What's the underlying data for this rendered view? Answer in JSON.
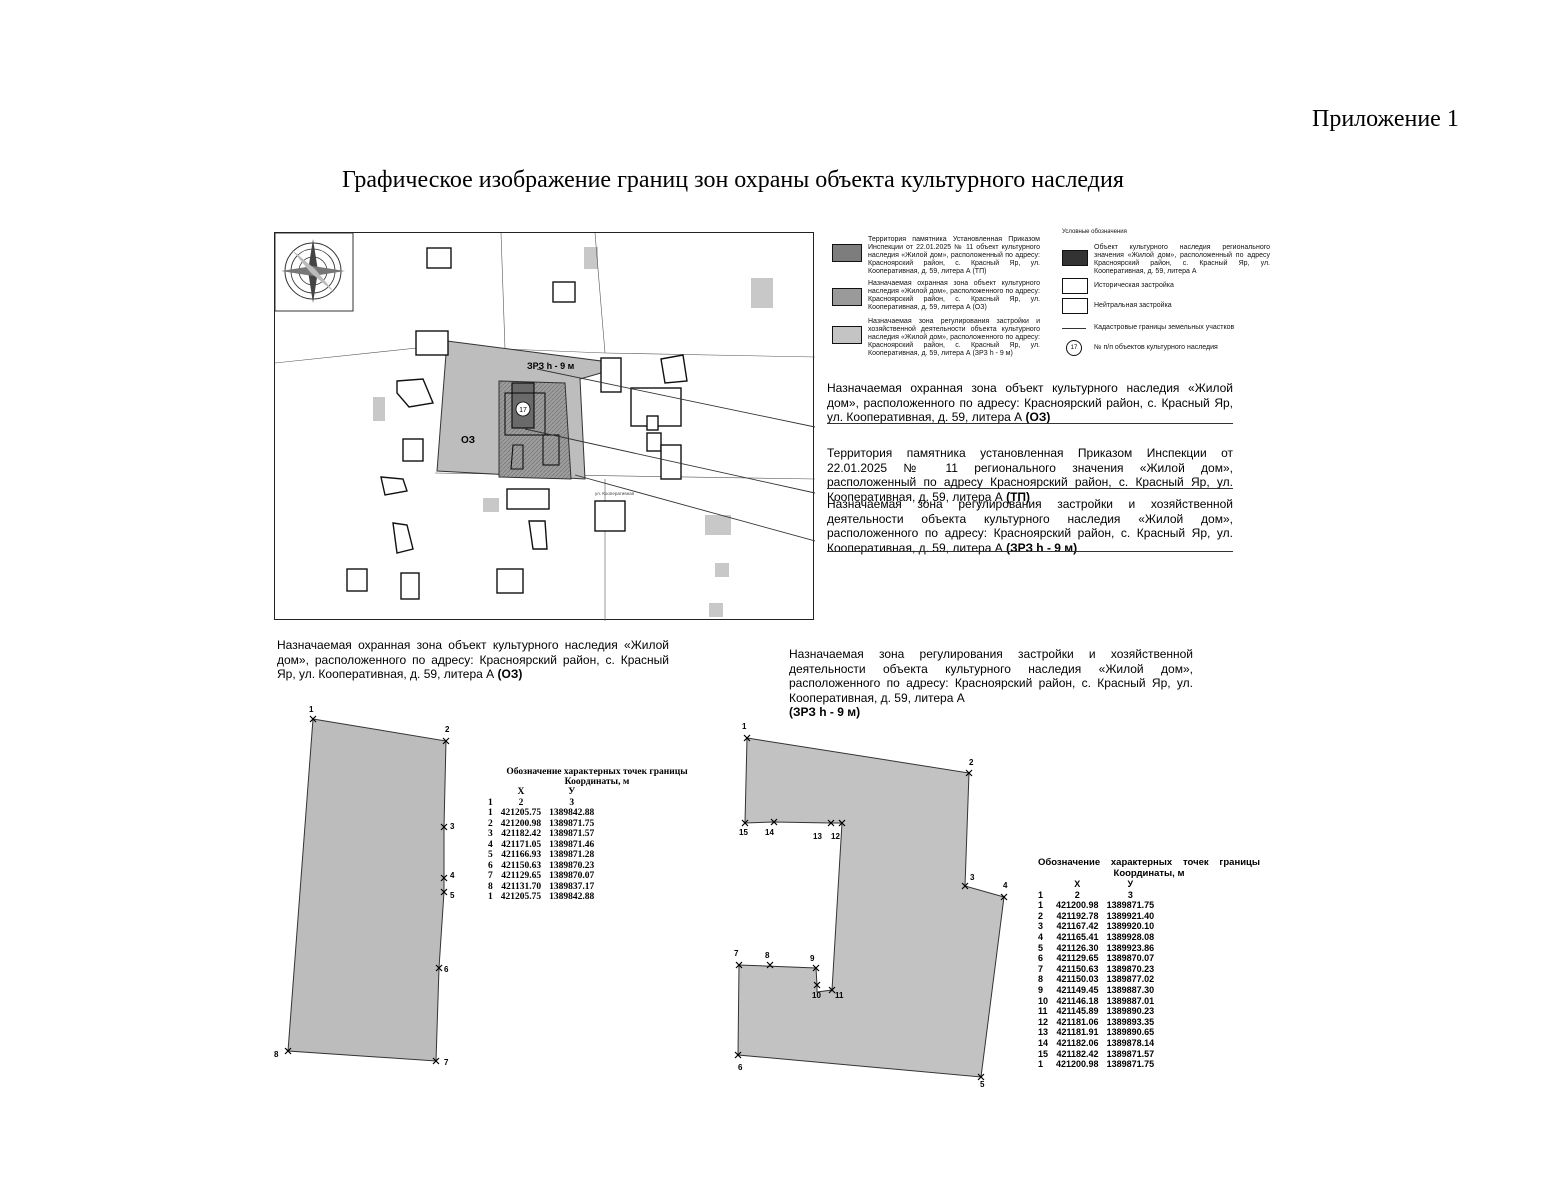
{
  "appendix_label": "Приложение 1",
  "title": "Графическое изображение границ зон охраны объекта культурного наследия",
  "map": {
    "legend_left": [
      {
        "text": "Территория памятника Установленная Приказом Инспекции от 22.01.2025 № 11 объект культурного наследия «Жилой дом», расположенный по адресу: Красноярский район, с. Красный Яр, ул. Кооперативная, д. 59, литера А (ТП)",
        "color": "#7d7d7d"
      },
      {
        "text": "Назначаемая охранная зона объект культурного наследия «Жилой дом», расположенного по адресу: Красноярский район, с. Красный Яр, ул. Кооперативная, д. 59, литера А (ОЗ)",
        "color": "#9a9a9a"
      },
      {
        "text": "Назначаемая зона регулирования застройки и хозяйственной деятельности объекта культурного наследия «Жилой дом», расположенного по адресу: Красноярский район, с. Красный Яр, ул. Кооперативная, д. 59, литера А (ЗРЗ h - 9 м)",
        "color": "#c4c4c4"
      }
    ],
    "legend_right_title": "Условные обозначения",
    "legend_right": [
      "Объект культурного наследия регионального значения «Жилой дом», расположенный по адресу Красноярский район, с. Красный Яр, ул. Кооперативная, д. 59, литера А",
      "Историческая застройка",
      "Нейтральная застройка",
      "Кадастровые границы земельных участков",
      "№ п/п объектов культурного наследия"
    ],
    "object_number": "17",
    "label_oz": "ОЗ",
    "label_zrz": "ЗРЗ h - 9 м",
    "street_label": "ул. Кооперативная"
  },
  "callouts": [
    {
      "text": "Назначаемая охранная зона объект культурного наследия «Жилой дом», расположенного по адресу: Красноярский район, с. Красный Яр, ул. Кооперативная, д. 59, литера А",
      "tag": "(ОЗ)"
    },
    {
      "text": "Территория памятника установленная Приказом Инспекции от 22.01.2025 № 11 регионального значения «Жилой дом», расположенный по адресу Красноярский район, с. Красный Яр, ул. Кооперативная, д. 59, литера А",
      "tag": "(ТП)"
    },
    {
      "text": "Назначаемая зона регулирования застройки и хозяйственной деятельности объекта культурного наследия «Жилой дом», расположенного по адресу: Красноярский район, с. Красный Яр, ул. Кооперативная, д. 59, литера А",
      "tag": "(ЗРЗ h - 9 м)"
    }
  ],
  "oz_block": {
    "caption": "Назначаемая охранная зона объект культурного наследия «Жилой дом», расположенного по адресу: Красноярский район, с. Красный Яр, ул. Кооперативная, д. 59, литера А",
    "caption_tag": "(ОЗ)",
    "table_title": "Обозначение характерных точек границы",
    "table_subtitle": "Координаты, м",
    "col_x": "X",
    "col_y": "У",
    "col_nums": [
      "1",
      "2",
      "3"
    ],
    "rows": [
      [
        "1",
        "421205.75",
        "1389842.88"
      ],
      [
        "2",
        "421200.98",
        "1389871.75"
      ],
      [
        "3",
        "421182.42",
        "1389871.57"
      ],
      [
        "4",
        "421171.05",
        "1389871.46"
      ],
      [
        "5",
        "421166.93",
        "1389871.28"
      ],
      [
        "6",
        "421150.63",
        "1389870.23"
      ],
      [
        "7",
        "421129.65",
        "1389870.07"
      ],
      [
        "8",
        "421131.70",
        "1389837.17"
      ],
      [
        "1",
        "421205.75",
        "1389842.88"
      ]
    ],
    "point_labels": [
      "1",
      "2",
      "3",
      "4",
      "5",
      "6",
      "7",
      "8"
    ]
  },
  "zrz_block": {
    "caption": "Назначаемая зона регулирования застройки и хозяйственной деятельности объекта культурного наследия «Жилой дом», расположенного по адресу: Красноярский район, с. Красный Яр, ул. Кооперативная, д. 59, литера А",
    "caption_tag": "(ЗРЗ h - 9 м)",
    "table_title": "Обозначение характерных точек границы",
    "table_subtitle": "Координаты, м",
    "col_x": "X",
    "col_y": "У",
    "col_nums": [
      "1",
      "2",
      "3"
    ],
    "rows": [
      [
        "1",
        "421200.98",
        "1389871.75"
      ],
      [
        "2",
        "421192.78",
        "1389921.40"
      ],
      [
        "3",
        "421167.42",
        "1389920.10"
      ],
      [
        "4",
        "421165.41",
        "1389928.08"
      ],
      [
        "5",
        "421126.30",
        "1389923.86"
      ],
      [
        "6",
        "421129.65",
        "1389870.07"
      ],
      [
        "7",
        "421150.63",
        "1389870.23"
      ],
      [
        "8",
        "421150.03",
        "1389877.02"
      ],
      [
        "9",
        "421149.45",
        "1389887.30"
      ],
      [
        "10",
        "421146.18",
        "1389887.01"
      ],
      [
        "11",
        "421145.89",
        "1389890.23"
      ],
      [
        "12",
        "421181.06",
        "1389893.35"
      ],
      [
        "13",
        "421181.91",
        "1389890.65"
      ],
      [
        "14",
        "421182.06",
        "1389878.14"
      ],
      [
        "15",
        "421182.42",
        "1389871.57"
      ],
      [
        "1",
        "421200.98",
        "1389871.75"
      ]
    ],
    "point_labels": [
      "1",
      "2",
      "3",
      "4",
      "5",
      "6",
      "7",
      "8",
      "9",
      "10",
      "11",
      "12",
      "13",
      "14",
      "15"
    ]
  }
}
